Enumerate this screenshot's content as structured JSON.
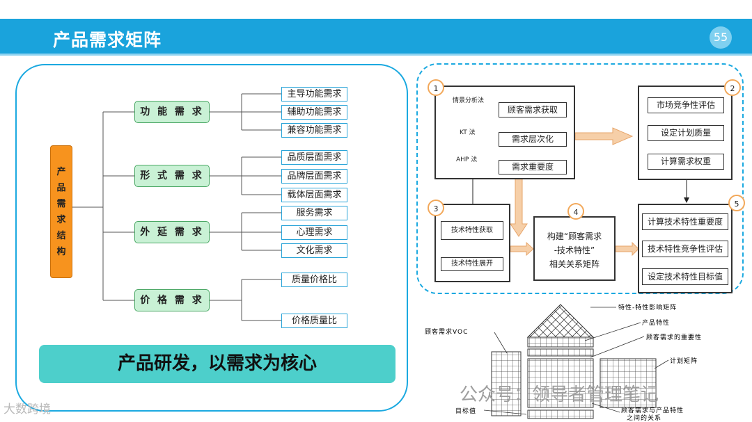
{
  "header": {
    "title": "产品需求矩阵",
    "page_number": "55"
  },
  "tree": {
    "root_chars": [
      "产",
      "品",
      "需",
      "求",
      "结",
      "构"
    ],
    "groups": [
      {
        "label": "功 能 需 求",
        "leaves": [
          "主导功能需求",
          "辅助功能需求",
          "兼容功能需求"
        ]
      },
      {
        "label": "形 式 需 求",
        "leaves": [
          "品质层面需求",
          "品牌层面需求",
          "载体层面需求"
        ]
      },
      {
        "label": "外 延 需 求",
        "leaves": [
          "服务需求",
          "心理需求",
          "文化需求"
        ]
      },
      {
        "label": "价 格 需 求",
        "leaves": [
          "质量价格比",
          "价格质量比"
        ]
      }
    ]
  },
  "slogan": "产品研发，以需求为核心",
  "flow": {
    "circles": [
      "1",
      "2",
      "3",
      "4",
      "5"
    ],
    "methods": [
      "情景分析法",
      "KT 法",
      "AHP 法"
    ],
    "box1": [
      "顾客需求获取",
      "需求层次化",
      "需求重要度"
    ],
    "box2": [
      "市场竞争性评估",
      "设定计划质量",
      "计算需求权重"
    ],
    "box3": [
      "技术特性获取",
      "技术特性展开"
    ],
    "box4": [
      "构建“顾客需求",
      "-技术特性”",
      "相关关系矩阵"
    ],
    "box5": [
      "计算技术特性重要度",
      "技术特性竞争性评估",
      "设定技术特性目标值"
    ]
  },
  "hoq": {
    "labels": [
      "特性-特性影响矩阵",
      "产品特性",
      "顾客需求VOC",
      "顾客需求的重要性",
      "计划矩阵",
      "目标值",
      "顾客需求与产品特性",
      "之间的关系"
    ]
  },
  "watermarks": [
    "大数跨境",
    "公众号：领导者管理笔记"
  ]
}
